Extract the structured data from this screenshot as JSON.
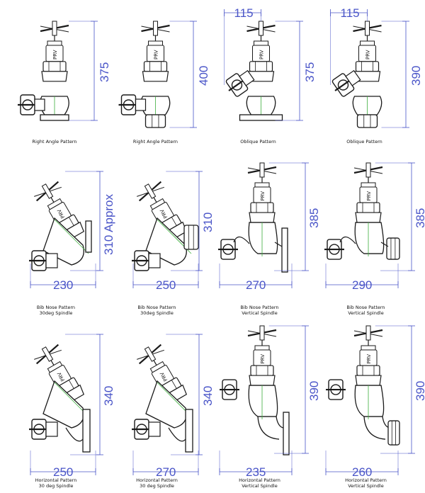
{
  "cells": [
    {
      "caption": [
        "Right Angle Pattern"
      ],
      "dim": "375",
      "type": "right-angle",
      "dimOrient": "v"
    },
    {
      "caption": [
        "Right Angle Pattern"
      ],
      "dim": "400",
      "type": "right-angle-threaded",
      "dimOrient": "v"
    },
    {
      "caption": [
        "Oblique Pattern"
      ],
      "dim": "375",
      "dimTop": "115",
      "type": "oblique",
      "dimOrient": "v"
    },
    {
      "caption": [
        "Oblique Pattern"
      ],
      "dim": "390",
      "dimTop": "115",
      "type": "oblique-threaded",
      "dimOrient": "v"
    },
    {
      "caption": [
        "Bib Nose Pattern",
        "30deg Spindle"
      ],
      "dim": "310 Approx",
      "dimBottom": "230",
      "type": "bib-30",
      "dimOrient": "v"
    },
    {
      "caption": [
        "Bib Nose Pattern",
        "30deg Spindle"
      ],
      "dim": "310",
      "dimBottom": "250",
      "type": "bib-30-threaded",
      "dimOrient": "v"
    },
    {
      "caption": [
        "Bib Nose Pattern",
        "Vertical Spindle"
      ],
      "dim": "385",
      "dimBottom": "270",
      "type": "bib-vert",
      "dimOrient": "v"
    },
    {
      "caption": [
        "Bib Nose Pattern",
        "Vertical Spindle"
      ],
      "dim": "385",
      "dimBottom": "290",
      "type": "bib-vert-threaded",
      "dimOrient": "v"
    },
    {
      "caption": [
        "Horizontal Pattern",
        "30 deg Spindle"
      ],
      "dim": "340",
      "dimBottom": "250",
      "type": "horiz-30",
      "dimOrient": "v"
    },
    {
      "caption": [
        "Horizontal Pattern",
        "30 deg Spindle"
      ],
      "dim": "340",
      "dimBottom": "270",
      "type": "horiz-30-threaded",
      "dimOrient": "v"
    },
    {
      "caption": [
        "Horizontal Pattern",
        "Vertical Spindle"
      ],
      "dim": "390",
      "dimBottom": "235",
      "type": "horiz-vert",
      "dimOrient": "v"
    },
    {
      "caption": [
        "Horizontal Pattern",
        "Vertical Spindle"
      ],
      "dim": "390",
      "dimBottom": "260",
      "type": "horiz-vert-threaded",
      "dimOrient": "v"
    }
  ],
  "brand_mark": "PRV",
  "colors": {
    "line": "#1a1a1a",
    "dimension": "#4a55c8",
    "centerline": "#3cae3c"
  }
}
